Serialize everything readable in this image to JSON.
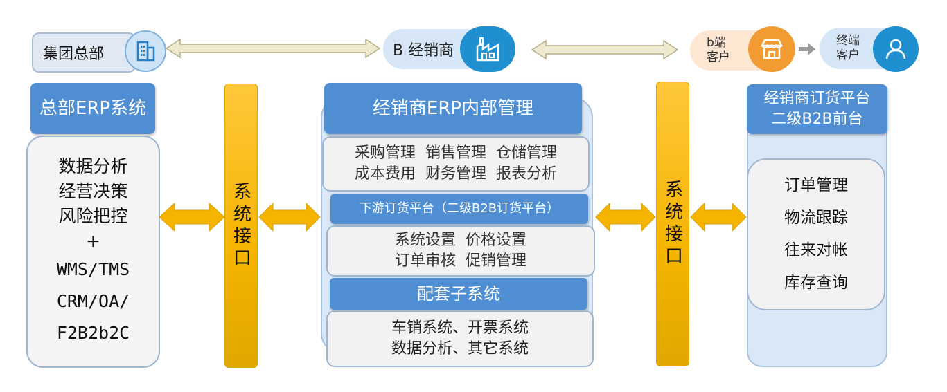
{
  "top": {
    "hq_label": "集团总部",
    "dealer_label": "B 经销商",
    "b_client_line1": "b端",
    "b_client_line2": "客户",
    "end_client_line1": "终端",
    "end_client_line2": "客户"
  },
  "hq_erp": {
    "title": "总部ERP系统",
    "lines": [
      "数据分析",
      "经营决策",
      "风险把控",
      "+",
      "WMS/TMS",
      "CRM/OA/",
      "F2B2b2C"
    ]
  },
  "interface_left": {
    "label": "系统接口"
  },
  "interface_right": {
    "label": "系统接口"
  },
  "dealer_erp": {
    "title": "经销商ERP内部管理",
    "modules_line1": "采购管理  销售管理  仓储管理",
    "modules_line2": "成本费用  财务管理  报表分析",
    "downstream_title": "下游订货平台（二级B2B订货平台）",
    "settings_line1": "系统设置  价格设置",
    "settings_line2": "订单审核  促销管理",
    "subsystems_title": "配套子系统",
    "subsystems_line1": "车销系统、开票系统",
    "subsystems_line2": "数据分析、其它系统"
  },
  "ordering_platform": {
    "title_line1": "经销商订货平台",
    "title_line2": "二级B2B前台",
    "items": [
      "订单管理",
      "物流跟踪",
      "往来对帐",
      "库存查询"
    ]
  },
  "colors": {
    "header_blue": "#4f8ed3",
    "arrow_gold": "#f4b400",
    "icon_blue": "#1f8fd0",
    "icon_orange": "#f19b32"
  }
}
